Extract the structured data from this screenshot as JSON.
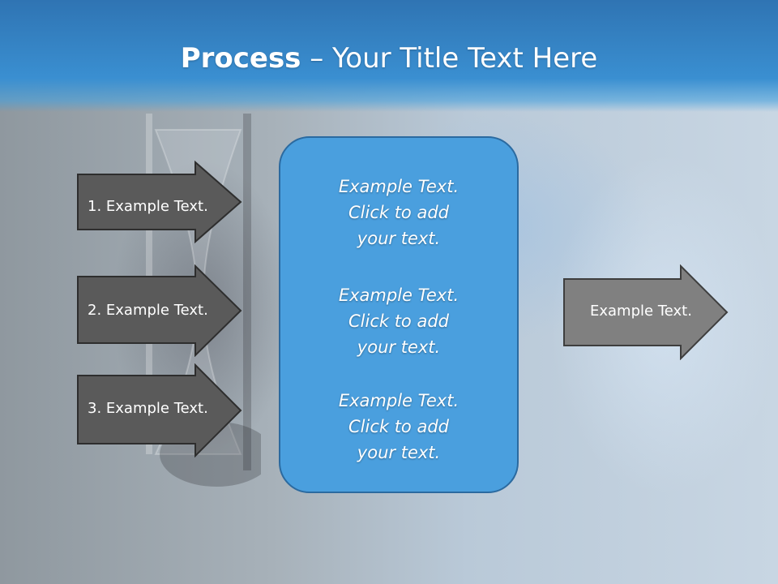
{
  "title": {
    "bold": "Process",
    "rest": " – Your Title Text Here"
  },
  "left_arrows": [
    {
      "label": "1. Example Text."
    },
    {
      "label": "2. Example Text."
    },
    {
      "label": "3. Example Text."
    }
  ],
  "center_box": {
    "paragraphs": [
      {
        "line1": "Example Text.",
        "line2": "Click  to add",
        "line3": "your text."
      },
      {
        "line1": "Example Text.",
        "line2": "Click  to add",
        "line3": "your text."
      },
      {
        "line1": "Example Text.",
        "line2": "Click  to add",
        "line3": "your text."
      }
    ]
  },
  "right_arrow": {
    "label": "Example Text."
  },
  "colors": {
    "header": "#3a8fd1",
    "box": "#4a9fde",
    "box_border": "#2b6aa0",
    "dark_arrow": "#5a5a5a",
    "light_arrow": "#808080"
  }
}
